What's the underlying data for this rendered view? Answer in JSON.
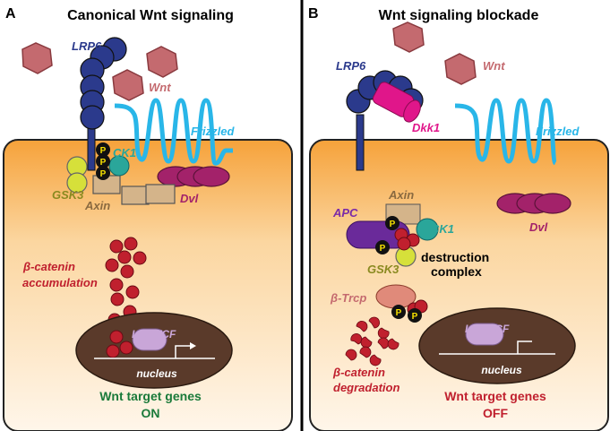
{
  "panel_a": {
    "letter": "A",
    "title": "Canonical Wnt signaling",
    "labels": {
      "lrp6": "LRP6",
      "wnt": "Wnt",
      "frizzled": "Frizzled",
      "ck1": "CK1",
      "gsk3": "GSK3",
      "axin": "Axin",
      "dvl": "Dvl",
      "beta_catenin_line1": "β-catenin",
      "beta_catenin_line2": "accumulation",
      "lef_tcf": "LEF/TCF",
      "nucleus": "nucleus",
      "target_line1": "Wnt target genes",
      "target_line2": "ON",
      "phospho": "P"
    }
  },
  "panel_b": {
    "letter": "B",
    "title": "Wnt signaling blockade",
    "labels": {
      "lrp6": "LRP6",
      "wnt": "Wnt",
      "dkk1": "Dkk1",
      "frizzled": "Frizzled",
      "axin": "Axin",
      "apc": "APC",
      "ck1": "CK1",
      "gsk3": "GSK3",
      "dvl": "Dvl",
      "destruction_line1": "destruction",
      "destruction_line2": "complex",
      "btrcp": "β-Trcp",
      "beta_catenin_line1": "β-catenin",
      "beta_catenin_line2": "degradation",
      "lef_tcf": "LEF/TCF",
      "nucleus": "nucleus",
      "target_line1": "Wnt target genes",
      "target_line2": "OFF",
      "phospho": "P"
    }
  },
  "colors": {
    "lrp6": "#2b3a8c",
    "wnt": "#c46a6f",
    "frizzled": "#29b6e8",
    "dvl": "#a3226a",
    "ck1": "#2aa69a",
    "gsk3": "#d6e03a",
    "axin": "#d4b48a",
    "apc": "#6a2a9a",
    "dkk1": "#e0168a",
    "beta_catenin": "#c0202e",
    "btrcp": "#e08a7a",
    "nucleus": "#5a3a2a",
    "lef_tcf": "#c9a6d8",
    "on_text": "#1a7a3a",
    "off_text": "#c0202e",
    "cytoplasm_top": "#f5a53a",
    "cytoplasm_bottom": "#fdf2e0"
  }
}
